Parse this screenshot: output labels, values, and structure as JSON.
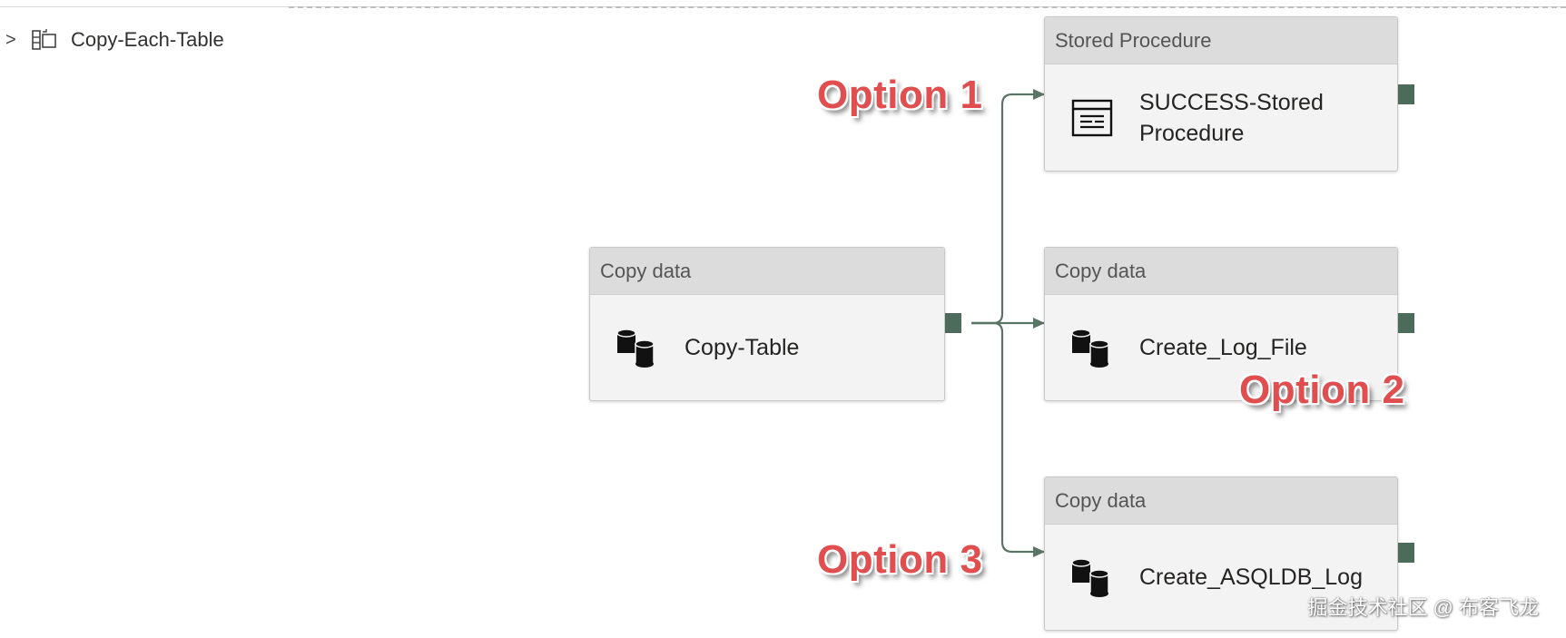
{
  "container": {
    "expand_glyph": ">",
    "name": "Copy-Each-Table",
    "icon": "foreach-icon"
  },
  "source_activity": {
    "type": "Copy data",
    "name": "Copy-Table",
    "icon": "database-icon"
  },
  "activities": [
    {
      "type": "Stored Procedure",
      "name": "SUCCESS-Stored Procedure",
      "name_line1": "SUCCESS-Stored",
      "name_line2": "Procedure",
      "icon": "stored-procedure-icon"
    },
    {
      "type": "Copy data",
      "name": "Create_Log_File",
      "icon": "database-icon"
    },
    {
      "type": "Copy data",
      "name": "Create_ASQLDB_Log",
      "icon": "database-icon"
    }
  ],
  "annotations": [
    "Option 1",
    "Option 2",
    "Option 3"
  ],
  "watermark": "掘金技术社区 @ 布客飞龙",
  "colors": {
    "connector": "#5a7565",
    "port": "#4d6b5a",
    "annotation": "#e04e50",
    "header": "#dcdcdc",
    "card": "#f3f3f3"
  }
}
